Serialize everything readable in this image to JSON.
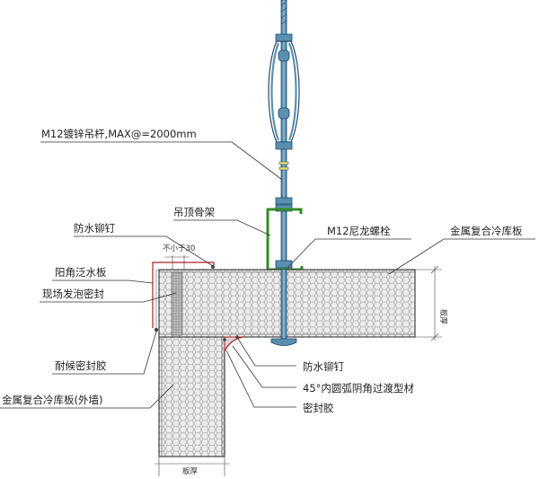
{
  "labels": {
    "rod": "M12镀锌吊杆,MAX@=2000mm",
    "frame": "吊顶骨架",
    "rivet_top": "防水铆钉",
    "bolt": "M12尼龙螺栓",
    "panel_ceiling": "金属复合冷库板",
    "not_less_30": "不小于30",
    "flashing": "阳角泛水板",
    "foam": "现场发泡密封",
    "weather_sealant": "耐候密封胶",
    "rivet_bottom": "防水铆钉",
    "transition": "45°内圆弧阴角过渡型材",
    "sealant": "密封胶",
    "panel_wall": "金属复合冷库板(外墙)",
    "panel_thickness_right": "板厚",
    "panel_thickness_bottom": "板厚"
  },
  "colors": {
    "panel_fill": "#e9e9e9",
    "hex_stroke": "#8f8f8f",
    "rod": "#5a8fb0",
    "rod_dark": "#244a6b",
    "rod_yellow": "#e8e06a",
    "frame": "#3b9a2e",
    "flashing": "#b22222",
    "lines": "#333333"
  }
}
